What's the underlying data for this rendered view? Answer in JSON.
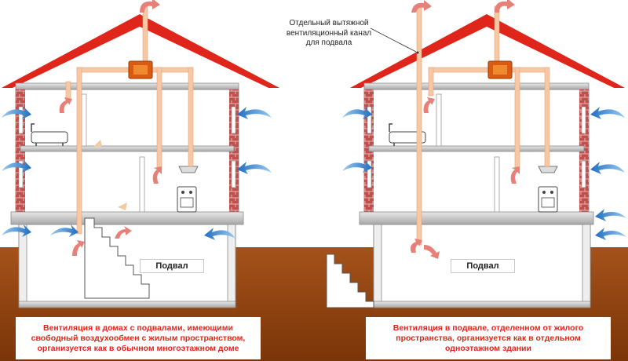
{
  "left_scheme": {
    "basement_label": "Подвал",
    "caption": "Вентиляция в домах с подвалами, имеющими свободный воздухообмен с жилым пространством, организуется как в обычном многоэтажном доме"
  },
  "right_scheme": {
    "basement_label": "Подвал",
    "duct_note": "Отдельный вытяжной вентиляционный канал для подвала",
    "caption": "Вентиляция в подвале, отделенном от жилого пространства, организуется как в отдельном одноэтажном здании"
  },
  "colors": {
    "roof": "#e0251b",
    "ground": "#9b4a14",
    "duct": "#f7c8a4",
    "fan": "#d95a10",
    "brick": "#c0504d",
    "air_arrow": "#2f7fc8",
    "exhaust_arrow": "#e8807a",
    "caption_text": "#e0251b"
  }
}
